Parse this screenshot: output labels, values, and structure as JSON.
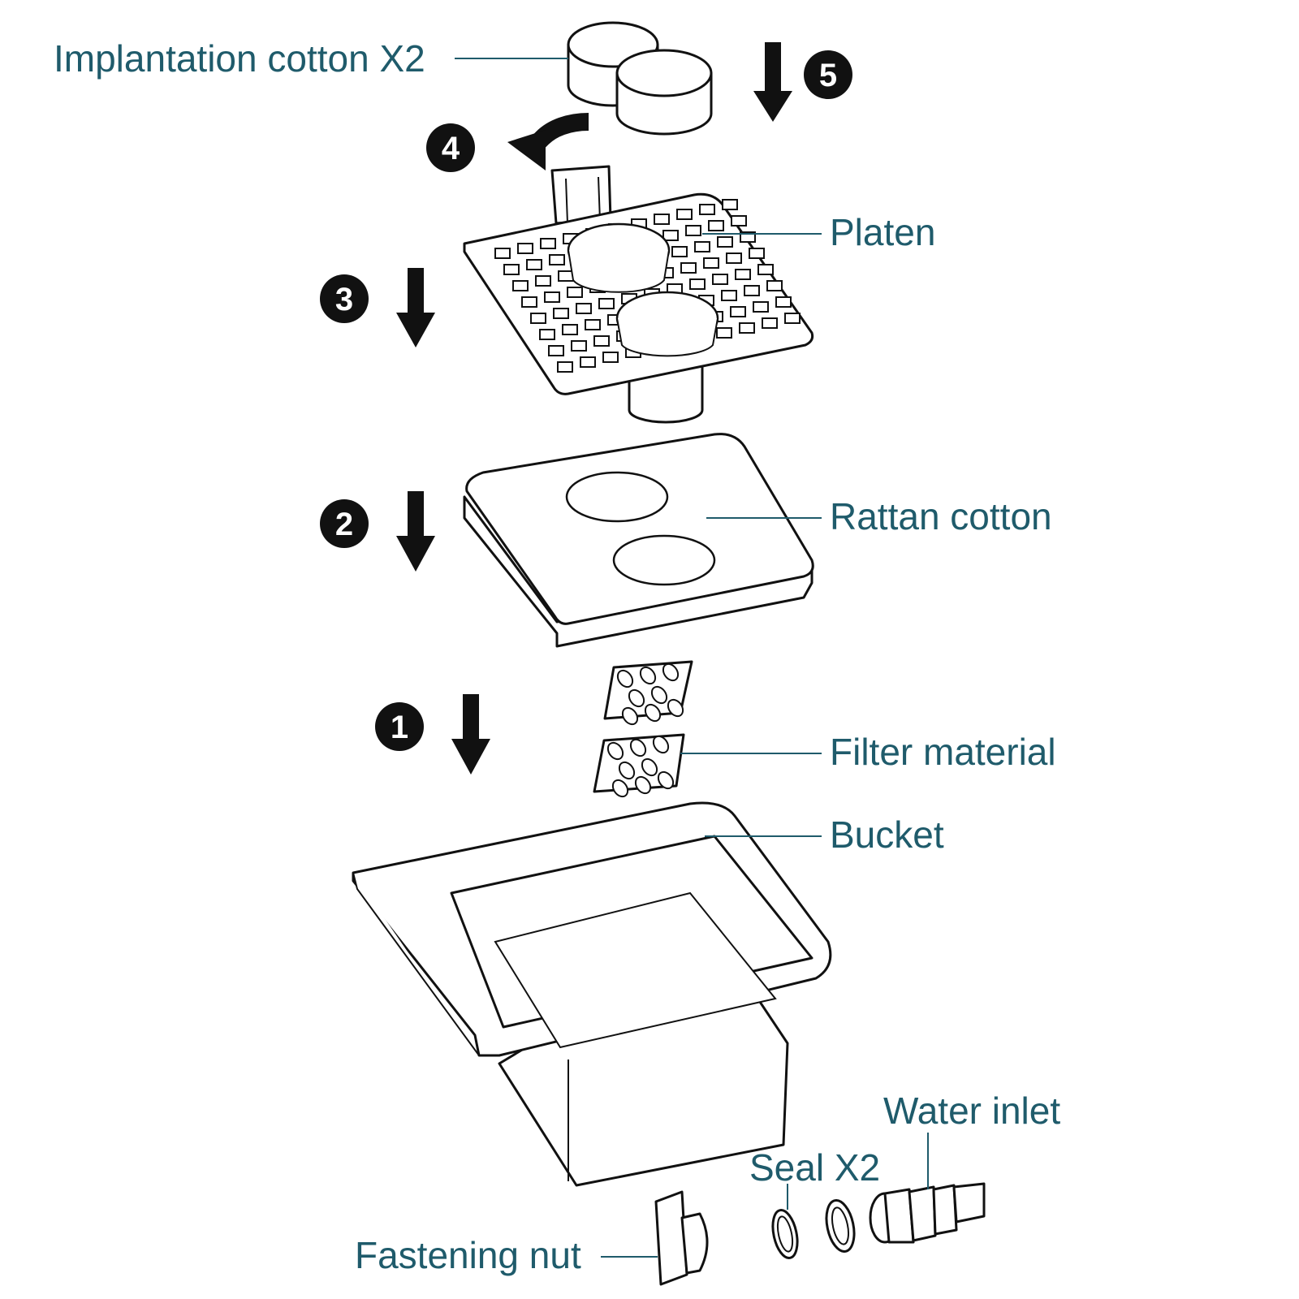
{
  "labels": {
    "implantation_cotton": "Implantation cotton X2",
    "platen": "Platen",
    "rattan_cotton": "Rattan cotton",
    "filter_material": "Filter material",
    "bucket": "Bucket",
    "water_inlet": "Water inlet",
    "seal": "Seal X2",
    "fastening_nut": "Fastening nut"
  },
  "steps": {
    "s1": "1",
    "s2": "2",
    "s3": "3",
    "s4": "4",
    "s5": "5"
  },
  "colors": {
    "label": "#1f5b6b",
    "line_art": "#111111",
    "background": "#ffffff"
  }
}
